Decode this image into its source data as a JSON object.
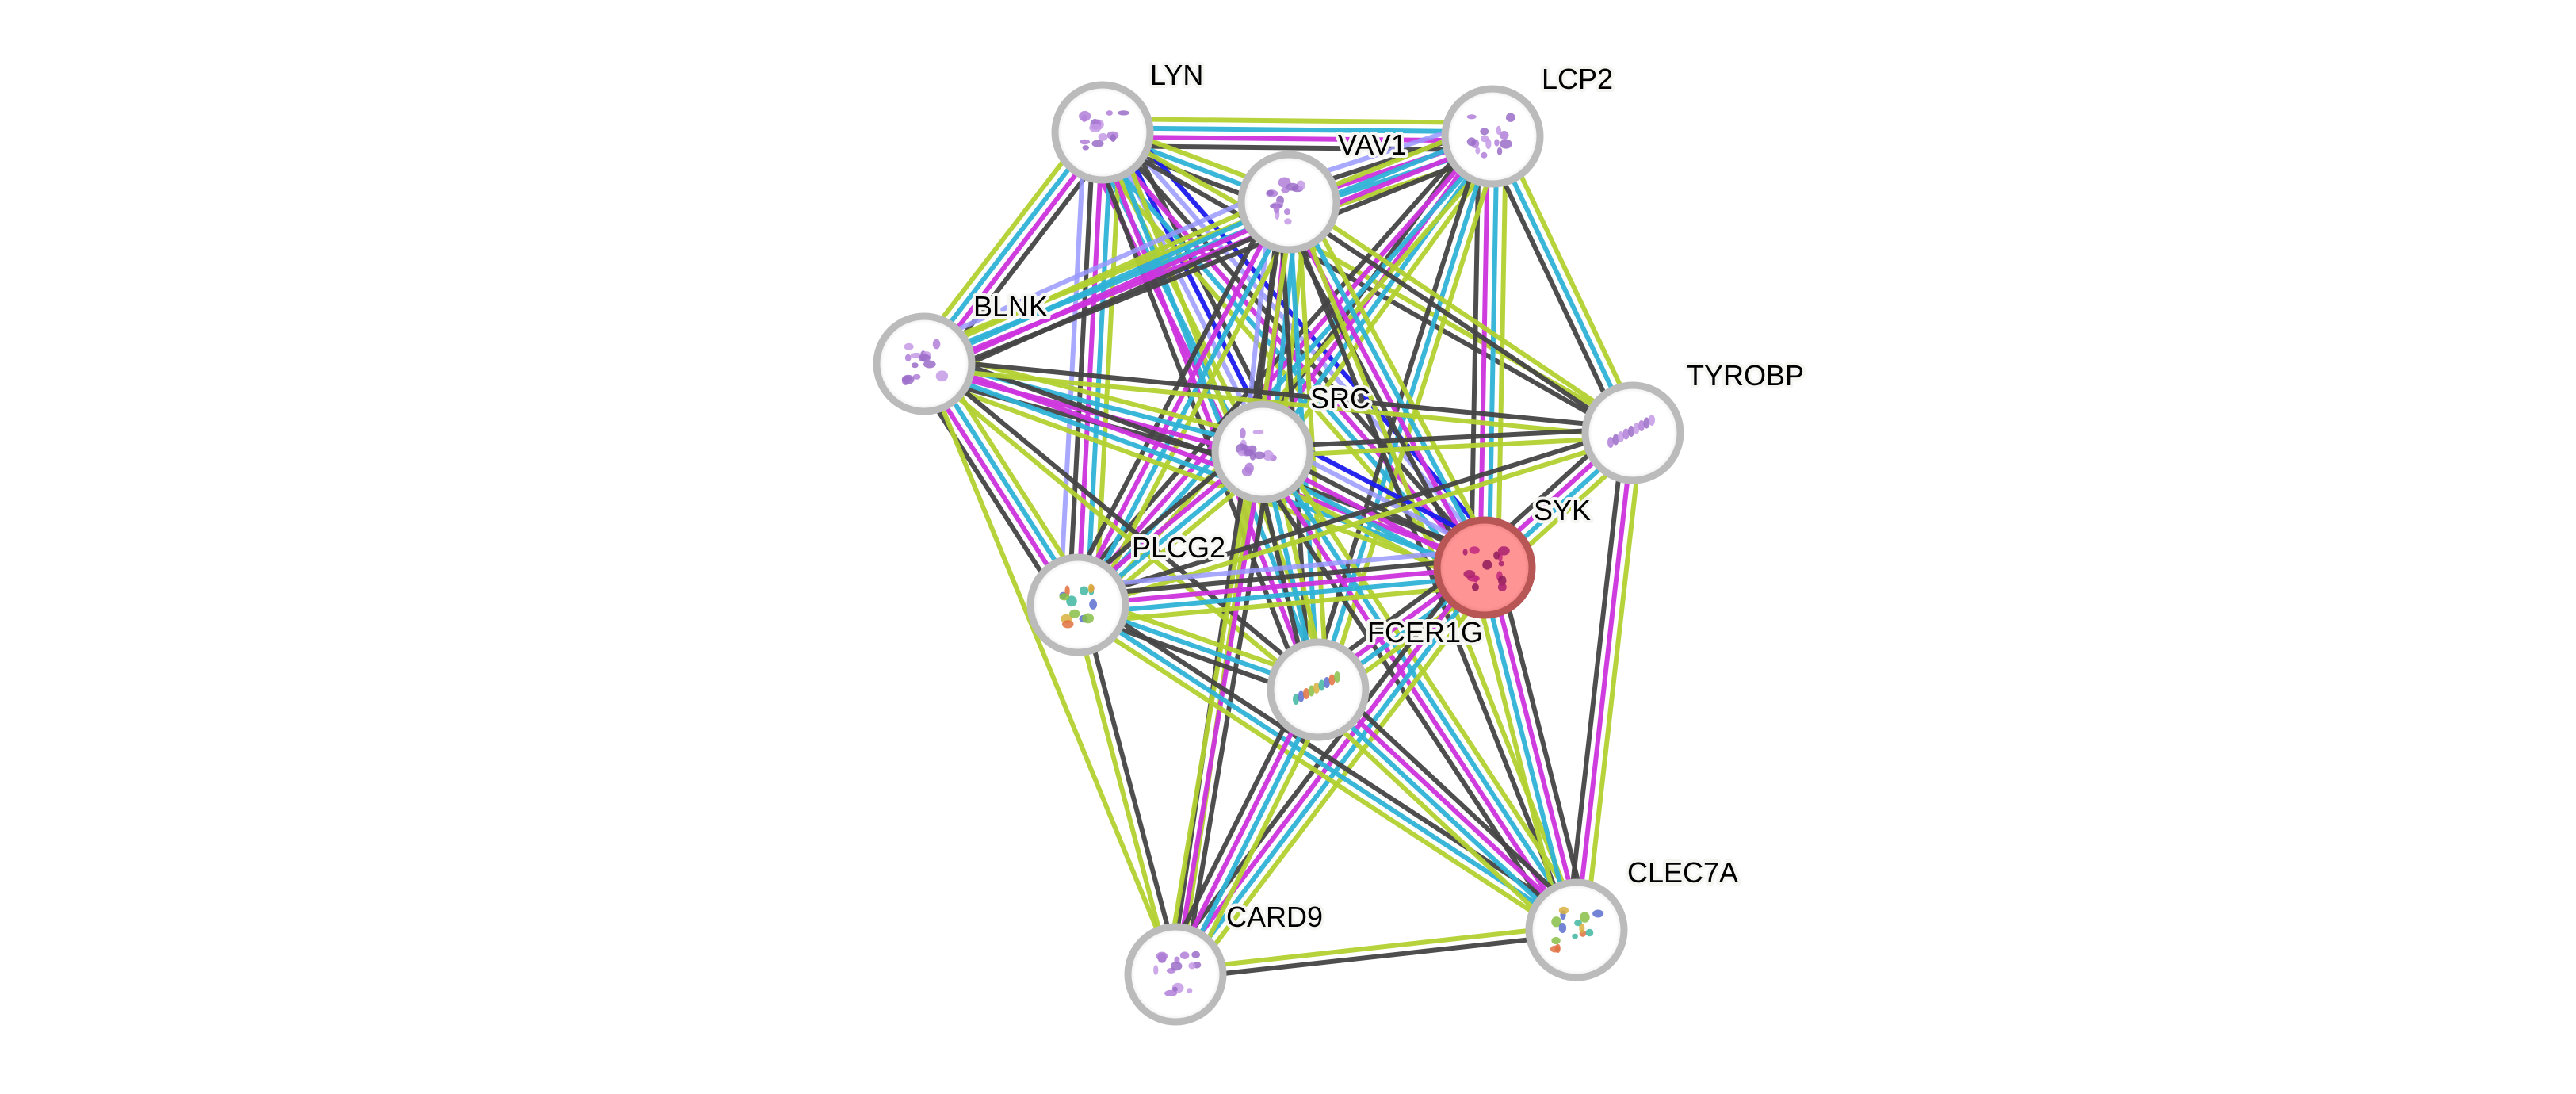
{
  "network": {
    "query_protein": "SYK",
    "nodes": [
      {
        "id": "LYN",
        "label": "LYN",
        "query": false,
        "structure_icon": "protein-structure-purple"
      },
      {
        "id": "LCP2",
        "label": "LCP2",
        "query": false,
        "structure_icon": "protein-structure-purple"
      },
      {
        "id": "VAV1",
        "label": "VAV1",
        "query": false,
        "structure_icon": "protein-structure-purple"
      },
      {
        "id": "BLNK",
        "label": "BLNK",
        "query": false,
        "structure_icon": "protein-structure-purple"
      },
      {
        "id": "SRC",
        "label": "SRC",
        "query": false,
        "structure_icon": "protein-structure-purple"
      },
      {
        "id": "TYROBP",
        "label": "TYROBP",
        "query": false,
        "structure_icon": "protein-structure-helix"
      },
      {
        "id": "SYK",
        "label": "SYK",
        "query": true,
        "structure_icon": "protein-structure-magenta"
      },
      {
        "id": "PLCG2",
        "label": "PLCG2",
        "query": false,
        "structure_icon": "protein-structure-rainbow"
      },
      {
        "id": "FCER1G",
        "label": "FCER1G",
        "query": false,
        "structure_icon": "protein-structure-rainbow-helix"
      },
      {
        "id": "CLEC7A",
        "label": "CLEC7A",
        "query": false,
        "structure_icon": "protein-structure-rainbow"
      },
      {
        "id": "CARD9",
        "label": "CARD9",
        "query": false,
        "structure_icon": "protein-structure-purple"
      }
    ],
    "evidence_colors": {
      "textmining": "#b2d130",
      "databases": "#2fb2d6",
      "experiments": "#cc33dd",
      "coexpression": "#444444",
      "gene_fusion": "#1a1aee",
      "cooccurrence": "#9999ff"
    },
    "node_colors": {
      "query_fill": "#ff9494",
      "query_border": "#b85656",
      "default_fill": "#ffffff",
      "default_border": "#bbbbbb",
      "structure_purple": "#b07ed8"
    },
    "edges": [
      {
        "a": "LYN",
        "b": "LCP2",
        "evidence": [
          "textmining",
          "databases",
          "experiments",
          "coexpression"
        ]
      },
      {
        "a": "LYN",
        "b": "VAV1",
        "evidence": [
          "textmining",
          "databases",
          "coexpression"
        ]
      },
      {
        "a": "LYN",
        "b": "BLNK",
        "evidence": [
          "coexpression",
          "experiments",
          "databases",
          "textmining"
        ]
      },
      {
        "a": "LYN",
        "b": "SRC",
        "evidence": [
          "coexpression",
          "gene_fusion",
          "cooccurrence",
          "textmining",
          "databases",
          "experiments"
        ]
      },
      {
        "a": "LYN",
        "b": "PLCG2",
        "evidence": [
          "textmining",
          "databases",
          "experiments",
          "coexpression",
          "cooccurrence"
        ]
      },
      {
        "a": "LYN",
        "b": "SYK",
        "evidence": [
          "gene_fusion",
          "cooccurrence",
          "coexpression",
          "experiments",
          "databases",
          "textmining"
        ]
      },
      {
        "a": "LYN",
        "b": "FCER1G",
        "evidence": [
          "textmining",
          "databases",
          "experiments",
          "coexpression"
        ]
      },
      {
        "a": "LYN",
        "b": "TYROBP",
        "evidence": [
          "textmining",
          "coexpression"
        ]
      },
      {
        "a": "LCP2",
        "b": "VAV1",
        "evidence": [
          "textmining",
          "databases",
          "experiments",
          "coexpression",
          "cooccurrence"
        ]
      },
      {
        "a": "LCP2",
        "b": "BLNK",
        "evidence": [
          "coexpression",
          "experiments",
          "databases",
          "textmining"
        ]
      },
      {
        "a": "LCP2",
        "b": "SRC",
        "evidence": [
          "textmining",
          "databases",
          "experiments",
          "coexpression"
        ]
      },
      {
        "a": "LCP2",
        "b": "SYK",
        "evidence": [
          "textmining",
          "databases",
          "experiments",
          "coexpression"
        ]
      },
      {
        "a": "LCP2",
        "b": "TYROBP",
        "evidence": [
          "textmining",
          "databases",
          "coexpression"
        ]
      },
      {
        "a": "LCP2",
        "b": "PLCG2",
        "evidence": [
          "textmining",
          "databases",
          "experiments",
          "coexpression"
        ]
      },
      {
        "a": "LCP2",
        "b": "FCER1G",
        "evidence": [
          "textmining",
          "databases",
          "coexpression"
        ]
      },
      {
        "a": "VAV1",
        "b": "BLNK",
        "evidence": [
          "coexpression",
          "experiments",
          "databases",
          "textmining",
          "cooccurrence"
        ]
      },
      {
        "a": "VAV1",
        "b": "SRC",
        "evidence": [
          "textmining",
          "databases",
          "experiments",
          "coexpression",
          "cooccurrence"
        ]
      },
      {
        "a": "VAV1",
        "b": "SYK",
        "evidence": [
          "textmining",
          "databases",
          "experiments",
          "coexpression"
        ]
      },
      {
        "a": "VAV1",
        "b": "PLCG2",
        "evidence": [
          "textmining",
          "databases",
          "experiments",
          "coexpression"
        ]
      },
      {
        "a": "VAV1",
        "b": "TYROBP",
        "evidence": [
          "textmining",
          "coexpression"
        ]
      },
      {
        "a": "VAV1",
        "b": "FCER1G",
        "evidence": [
          "textmining",
          "databases",
          "coexpression"
        ]
      },
      {
        "a": "VAV1",
        "b": "CLEC7A",
        "evidence": [
          "textmining",
          "coexpression"
        ]
      },
      {
        "a": "VAV1",
        "b": "CARD9",
        "evidence": [
          "textmining",
          "coexpression"
        ]
      },
      {
        "a": "BLNK",
        "b": "SRC",
        "evidence": [
          "textmining",
          "databases",
          "experiments",
          "coexpression"
        ]
      },
      {
        "a": "BLNK",
        "b": "SYK",
        "evidence": [
          "coexpression",
          "experiments",
          "databases",
          "textmining"
        ]
      },
      {
        "a": "BLNK",
        "b": "PLCG2",
        "evidence": [
          "textmining",
          "databases",
          "experiments",
          "coexpression"
        ]
      },
      {
        "a": "BLNK",
        "b": "TYROBP",
        "evidence": [
          "coexpression",
          "textmining"
        ]
      },
      {
        "a": "BLNK",
        "b": "FCER1G",
        "evidence": [
          "coexpression",
          "textmining"
        ]
      },
      {
        "a": "BLNK",
        "b": "CARD9",
        "evidence": [
          "textmining"
        ]
      },
      {
        "a": "SRC",
        "b": "SYK",
        "evidence": [
          "gene_fusion",
          "cooccurrence",
          "coexpression",
          "experiments",
          "databases",
          "textmining"
        ]
      },
      {
        "a": "SRC",
        "b": "TYROBP",
        "evidence": [
          "coexpression",
          "textmining"
        ]
      },
      {
        "a": "SRC",
        "b": "PLCG2",
        "evidence": [
          "textmining",
          "databases",
          "experiments",
          "coexpression"
        ]
      },
      {
        "a": "SRC",
        "b": "FCER1G",
        "evidence": [
          "textmining",
          "databases",
          "coexpression"
        ]
      },
      {
        "a": "SRC",
        "b": "CLEC7A",
        "evidence": [
          "textmining",
          "databases",
          "experiments",
          "coexpression"
        ]
      },
      {
        "a": "SRC",
        "b": "CARD9",
        "evidence": [
          "coexpression",
          "experiments",
          "textmining"
        ]
      },
      {
        "a": "TYROBP",
        "b": "SYK",
        "evidence": [
          "textmining",
          "databases",
          "experiments",
          "coexpression"
        ]
      },
      {
        "a": "TYROBP",
        "b": "PLCG2",
        "evidence": [
          "textmining",
          "coexpression"
        ]
      },
      {
        "a": "TYROBP",
        "b": "CLEC7A",
        "evidence": [
          "textmining",
          "experiments",
          "coexpression"
        ]
      },
      {
        "a": "SYK",
        "b": "PLCG2",
        "evidence": [
          "textmining",
          "databases",
          "experiments",
          "coexpression",
          "cooccurrence"
        ]
      },
      {
        "a": "SYK",
        "b": "FCER1G",
        "evidence": [
          "textmining",
          "databases",
          "experiments",
          "coexpression"
        ]
      },
      {
        "a": "SYK",
        "b": "CLEC7A",
        "evidence": [
          "coexpression",
          "experiments",
          "databases",
          "textmining"
        ]
      },
      {
        "a": "SYK",
        "b": "CARD9",
        "evidence": [
          "textmining",
          "databases",
          "experiments",
          "coexpression"
        ]
      },
      {
        "a": "PLCG2",
        "b": "FCER1G",
        "evidence": [
          "textmining",
          "databases",
          "coexpression"
        ]
      },
      {
        "a": "PLCG2",
        "b": "CLEC7A",
        "evidence": [
          "coexpression",
          "databases",
          "textmining"
        ]
      },
      {
        "a": "PLCG2",
        "b": "CARD9",
        "evidence": [
          "coexpression",
          "textmining"
        ]
      },
      {
        "a": "FCER1G",
        "b": "CLEC7A",
        "evidence": [
          "coexpression",
          "experiments",
          "databases",
          "textmining"
        ]
      },
      {
        "a": "FCER1G",
        "b": "CARD9",
        "evidence": [
          "textmining",
          "databases",
          "experiments",
          "coexpression"
        ]
      },
      {
        "a": "CARD9",
        "b": "CLEC7A",
        "evidence": [
          "textmining",
          "coexpression"
        ]
      }
    ]
  }
}
